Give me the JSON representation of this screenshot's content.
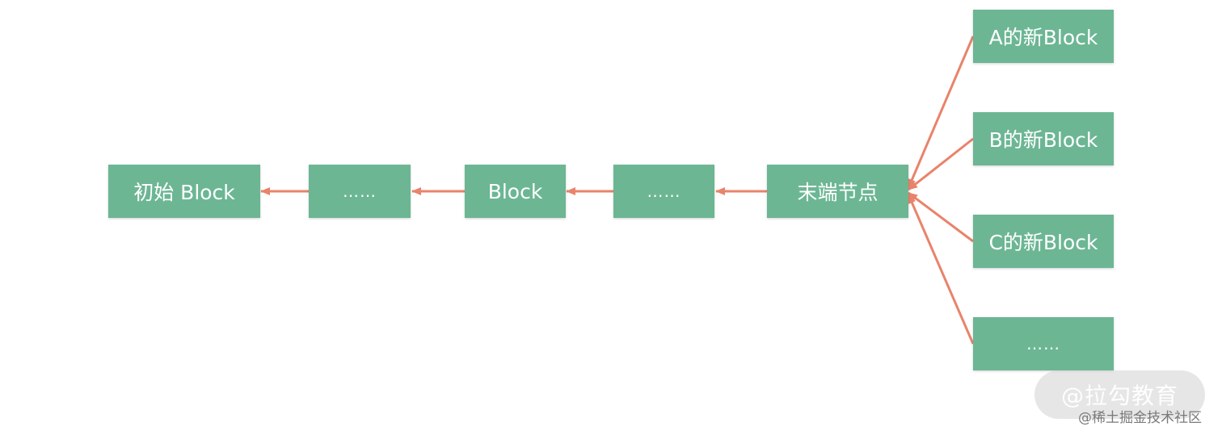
{
  "colors": {
    "node_fill": "#6cb694",
    "node_text": "#ffffff",
    "arrow": "#e9836b"
  },
  "chain": {
    "genesis": "初始 Block",
    "ellipsis_1": "……",
    "block": "Block",
    "ellipsis_2": "……",
    "tail": "末端节点"
  },
  "branches": {
    "a": "A的新Block",
    "b": "B的新Block",
    "c": "C的新Block",
    "more": "……"
  },
  "watermark": {
    "badge": "@拉勾教育",
    "source": "@稀土掘金技术社区"
  }
}
